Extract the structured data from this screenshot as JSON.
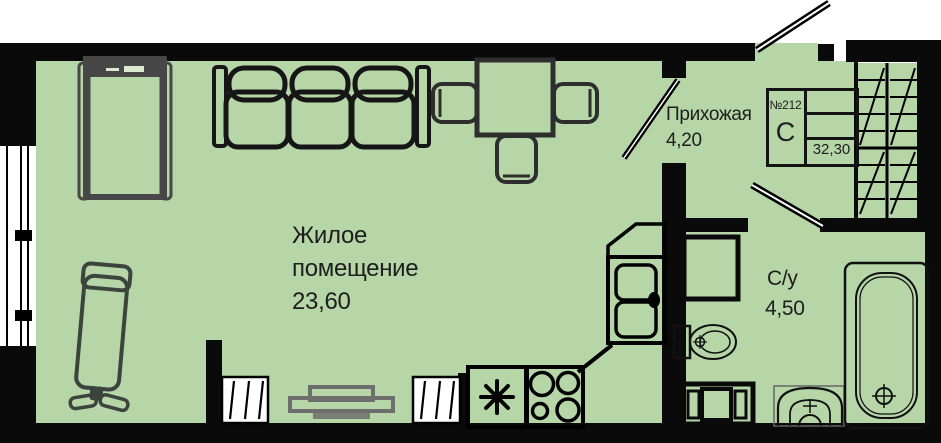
{
  "unit_card": {
    "number": "№212",
    "letter": "С",
    "area_total": "32,30"
  },
  "rooms": {
    "living": {
      "name_line1": "Жилое",
      "name_line2": "помещение",
      "area": "23,60"
    },
    "hallway": {
      "name": "Прихожая",
      "area": "4,20"
    },
    "bathroom": {
      "name": "С/у",
      "area": "4,50"
    }
  },
  "colors": {
    "floor_fill": "#b6d6a8",
    "wall": "#0a0a0a",
    "furniture_gray": "#474747",
    "background": "#ffffff",
    "text": "#1e1e1e"
  },
  "symbols": {
    "kitchen_sink": "eight-spoke-asterisk",
    "bath_drain": "circle-crosshair",
    "stairs": "hatched-steps"
  }
}
